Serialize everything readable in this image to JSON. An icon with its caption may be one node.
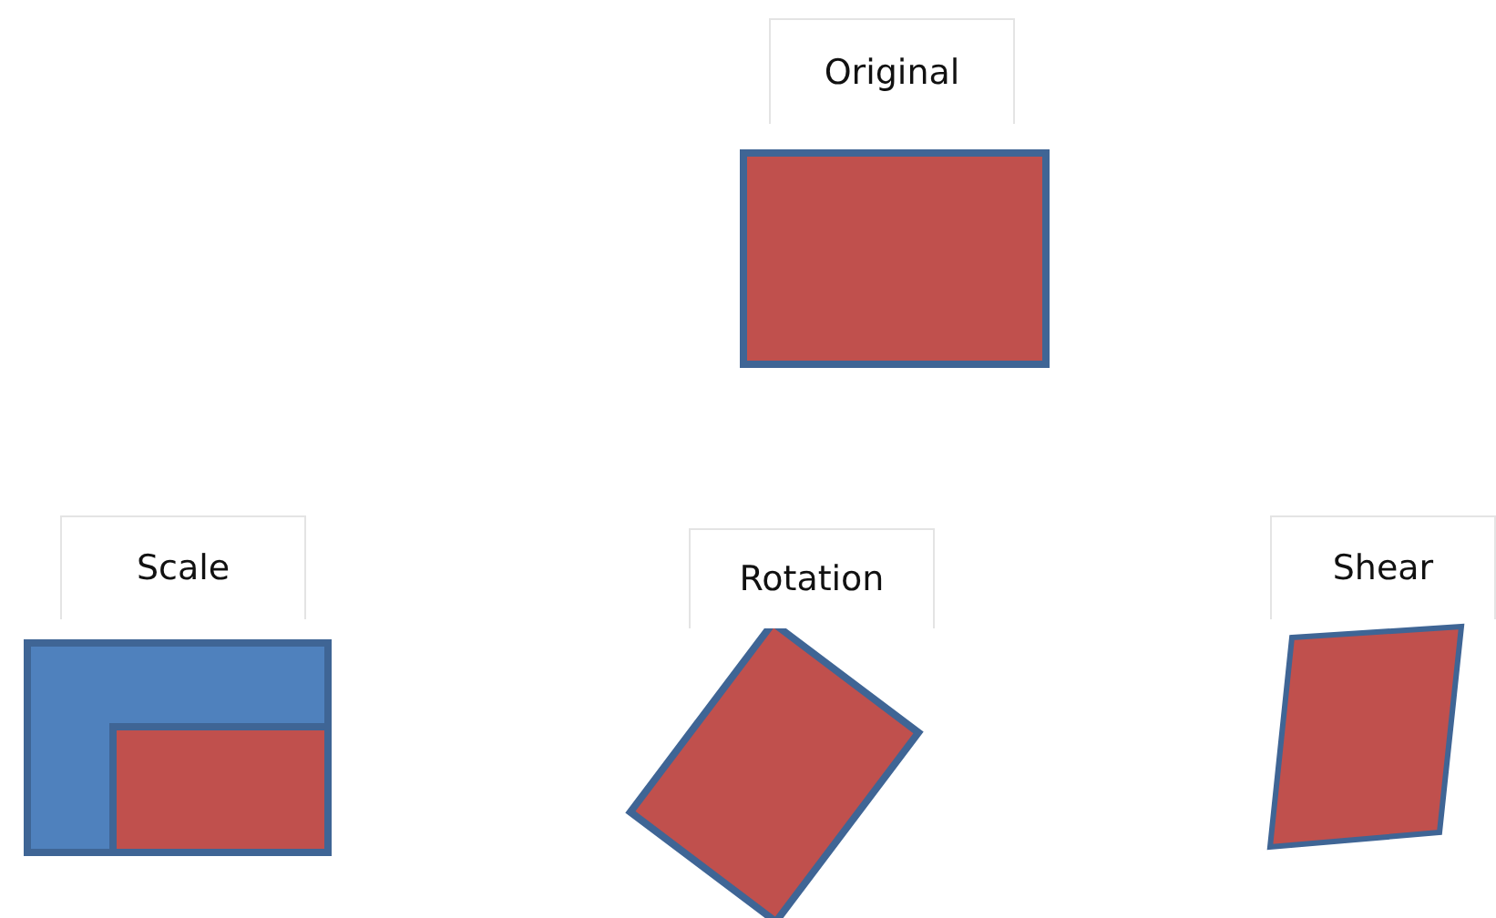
{
  "diagram": {
    "nodes": [
      {
        "text": [
          "Original"
        ]
      },
      {
        "text": [
          "Scale"
        ]
      },
      {
        "text": [
          "Rotation"
        ]
      },
      {
        "text": [
          "Shear"
        ]
      }
    ]
  }
}
